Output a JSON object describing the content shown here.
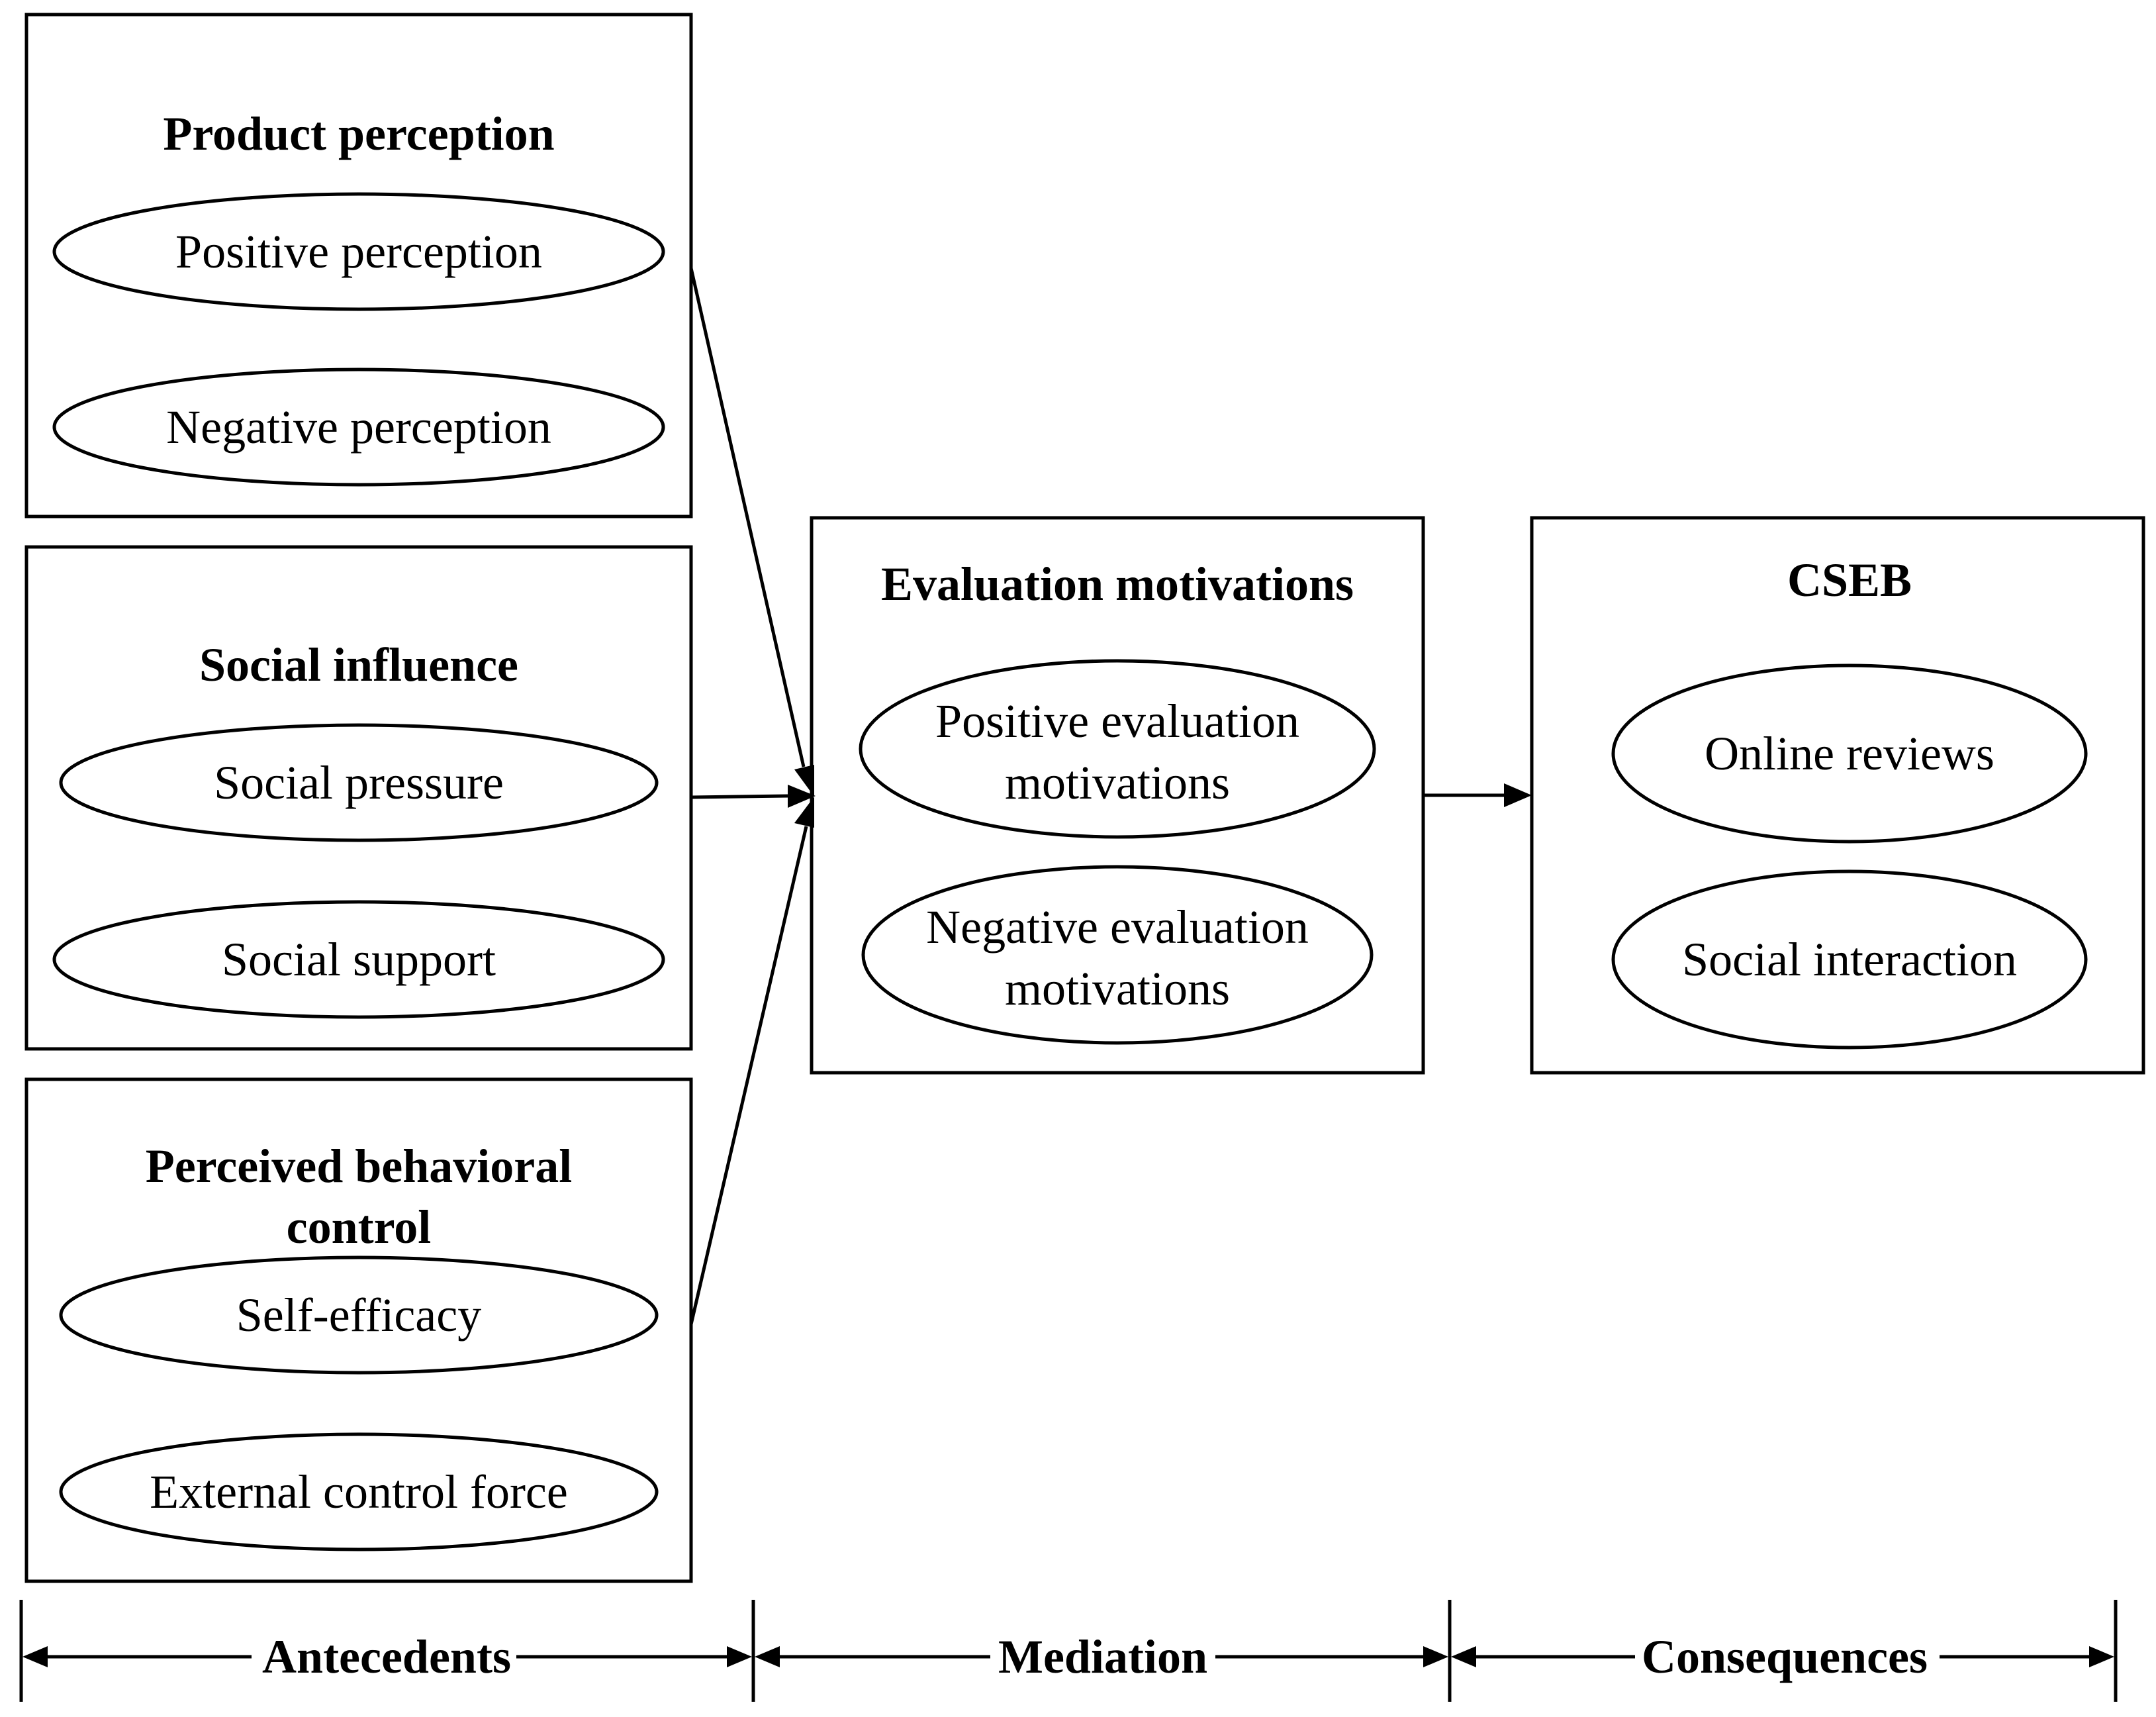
{
  "antecedents": {
    "product_perception": {
      "title": "Product perception",
      "items": [
        "Positive perception",
        "Negative perception"
      ]
    },
    "social_influence": {
      "title": "Social influence",
      "items": [
        "Social pressure",
        "Social support"
      ]
    },
    "perceived_behavioral_control": {
      "title_line1": "Perceived behavioral",
      "title_line2": "control",
      "items": [
        "Self-efficacy",
        "External control force"
      ]
    }
  },
  "mediation": {
    "title": "Evaluation motivations",
    "items": [
      {
        "line1": "Positive evaluation",
        "line2": "motivations"
      },
      {
        "line1": "Negative evaluation",
        "line2": "motivations"
      }
    ]
  },
  "consequences": {
    "title": "CSEB",
    "items": [
      "Online reviews",
      "Social interaction"
    ]
  },
  "stages": {
    "antecedents": "Antecedents",
    "mediation": "Mediation",
    "consequences": "Consequences"
  }
}
